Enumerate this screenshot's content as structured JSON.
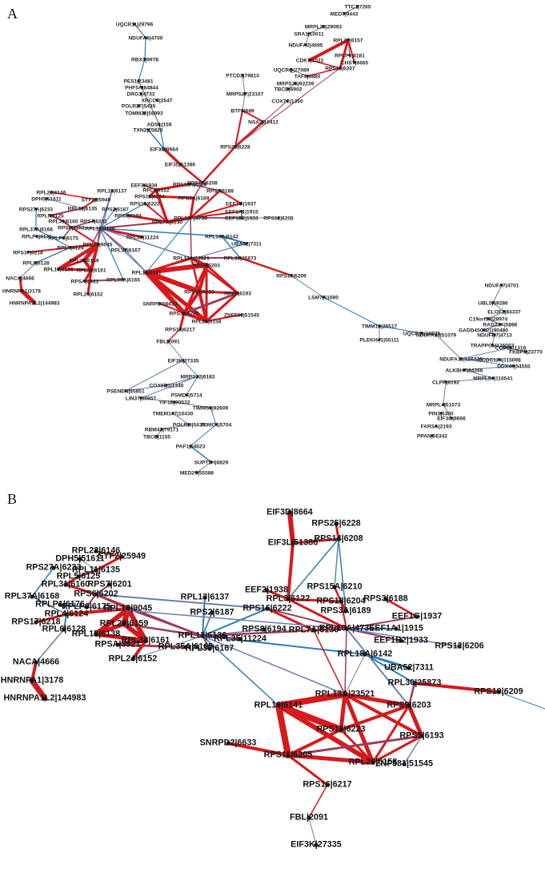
{
  "panels": [
    {
      "letter": "A",
      "edge_colors": {
        "strong": "#d7191c",
        "medium": "#9e3b5b",
        "weak": "#6a7fb0",
        "blue": "#2c7bb6"
      },
      "nodes": [
        {
          "label": "TTC1|7265"
        },
        {
          "label": "MED7|9443"
        },
        {
          "label": "MRPL28|29093"
        },
        {
          "label": "SRA1|10011"
        },
        {
          "label": "NDUFA2|4695"
        },
        {
          "label": "RPL27|6157"
        },
        {
          "label": "RPLP1|6181"
        },
        {
          "label": "CDK7|1022"
        },
        {
          "label": "RPS15|6207"
        },
        {
          "label": "CHST|6665"
        },
        {
          "label": "UQCRQ|27089"
        },
        {
          "label": "TAF6|6880"
        },
        {
          "label": "MRPS35|92239"
        },
        {
          "label": "TBCB|6902"
        },
        {
          "label": "COX7C|1350"
        },
        {
          "label": "PTCD3|79810"
        },
        {
          "label": "MRPS27|23107"
        },
        {
          "label": "BTF3|689"
        },
        {
          "label": "NSA2|10412"
        },
        {
          "label": "RPS25|6228"
        },
        {
          "label": "UQCR11|29796"
        },
        {
          "label": "NDUFA6|4700"
        },
        {
          "label": "RBX1|9978"
        },
        {
          "label": "PES1|23481"
        },
        {
          "label": "PHF5A|84844"
        },
        {
          "label": "DRG1|4733"
        },
        {
          "label": "XRCC6|2547"
        },
        {
          "label": "POLR2F|5435"
        },
        {
          "label": "TOMM22|56993"
        },
        {
          "label": "ADSL|158"
        },
        {
          "label": "TXN2|25828"
        },
        {
          "label": "EIF3D|8664"
        },
        {
          "label": "EIF3L|51386"
        },
        {
          "label": "RPS14|6208"
        },
        {
          "label": "RPL22|6146"
        },
        {
          "label": "DPH5|51611"
        },
        {
          "label": "SYF2|25949"
        },
        {
          "label": "RPS27A|6233"
        },
        {
          "label": "RPL11|6135"
        },
        {
          "label": "RPL5|6125"
        },
        {
          "label": "RPL31|6160"
        },
        {
          "label": "RPS7|6201"
        },
        {
          "label": "RPL37A|6168"
        },
        {
          "label": "RPS6|6202"
        },
        {
          "label": "RPLP0|6175"
        },
        {
          "label": "RPLP1|6176"
        },
        {
          "label": "RPL4|6124"
        },
        {
          "label": "RPL19|9045"
        },
        {
          "label": "RPS17|6218"
        },
        {
          "label": "RPL6|6128"
        },
        {
          "label": "RPL29|6159"
        },
        {
          "label": "RPL15|6138"
        },
        {
          "label": "RPL32|6161"
        },
        {
          "label": "RPSA|3921"
        },
        {
          "label": "RPL35A|6165"
        },
        {
          "label": "NACA|4666"
        },
        {
          "label": "RPL24|6152"
        },
        {
          "label": "HNRNPA1|3178"
        },
        {
          "label": "HNRNPA1L2|144983"
        },
        {
          "label": "EEF2|1938"
        },
        {
          "label": "RPS15A|6210"
        },
        {
          "label": "RPL3|6122"
        },
        {
          "label": "RPL13|6137"
        },
        {
          "label": "RPS18|6204"
        },
        {
          "label": "RPS3A|6189"
        },
        {
          "label": "RPS3|6188"
        },
        {
          "label": "RPS16|6222"
        },
        {
          "label": "RPS2|6187"
        },
        {
          "label": "EEF1G|1937"
        },
        {
          "label": "RPS8|6194"
        },
        {
          "label": "RPL7A|6130"
        },
        {
          "label": "RPL10A|4736"
        },
        {
          "label": "EEF1A1|1915"
        },
        {
          "label": "EEF1B2|1933"
        },
        {
          "label": "RPS12|6206"
        },
        {
          "label": "RPL12|6136"
        },
        {
          "label": "RPL35|11224"
        },
        {
          "label": "RPL37|6167"
        },
        {
          "label": "RPL18A|6142"
        },
        {
          "label": "UBA52|7311"
        },
        {
          "label": "RPL13A|23521"
        },
        {
          "label": "RPL30|25873"
        },
        {
          "label": "RPL10|6141"
        },
        {
          "label": "RPS9|6203"
        },
        {
          "label": "RPS19|6209"
        },
        {
          "label": "RPS15|6223"
        },
        {
          "label": "RPS5|6193"
        },
        {
          "label": "SNRPD2|6633"
        },
        {
          "label": "RPS11|6205"
        },
        {
          "label": "RPL26|6158"
        },
        {
          "label": "ZNF581|51545"
        },
        {
          "label": "RPS16|6217"
        },
        {
          "label": "FBL|2091"
        },
        {
          "label": "EIF3K|27335"
        },
        {
          "label": "MRPS12|6183"
        },
        {
          "label": "COX6B1|1340"
        },
        {
          "label": "PSENEN|55851"
        },
        {
          "label": "PSMD6|5714"
        },
        {
          "label": "LIN37|55957"
        },
        {
          "label": "YIF1B|90522"
        },
        {
          "label": "TIMM50|92609"
        },
        {
          "label": "TMEM147|10430"
        },
        {
          "label": "POLR2I|5438"
        },
        {
          "label": "P3MC4|5704"
        },
        {
          "label": "RBM42|79171"
        },
        {
          "label": "TBCE|1155"
        },
        {
          "label": "PAF1|54623"
        },
        {
          "label": "SUPT5H|6829"
        },
        {
          "label": "MED29|55588"
        },
        {
          "label": "LSM7|51690"
        },
        {
          "label": "TIMM13|26517"
        },
        {
          "label": "PLEKHJ1|55111"
        },
        {
          "label": "UQCR11|10975"
        },
        {
          "label": "NDUFA13|51079"
        },
        {
          "label": "NDUFA7|4701"
        },
        {
          "label": "UBL5|59286"
        },
        {
          "label": "ELOF1|84337"
        },
        {
          "label": "C19orf53|28974"
        },
        {
          "label": "RAD23A|5886"
        },
        {
          "label": "GADD45GIP1|90480"
        },
        {
          "label": "NDUFB7|4713"
        },
        {
          "label": "TRAPPC5|126003"
        },
        {
          "label": "COPE|11316"
        },
        {
          "label": "FKBP8|23770"
        },
        {
          "label": "NDUFA11|126328"
        },
        {
          "label": "CCDC124|115098"
        },
        {
          "label": "DDX49|54555"
        },
        {
          "label": "ALKBH7|84266"
        },
        {
          "label": "MRPL54|116541"
        },
        {
          "label": "CLPP|8192"
        },
        {
          "label": "MRPL4|51073"
        },
        {
          "label": "PIN1|5300"
        },
        {
          "label": "EIF3G|8666"
        },
        {
          "label": "FARSA|2193"
        },
        {
          "label": "PPAN|56342"
        }
      ]
    },
    {
      "letter": "B",
      "nodes": [
        {
          "label": "EIF3D|8664"
        },
        {
          "label": "RPS25|6228"
        },
        {
          "label": "RPS14|6208"
        },
        {
          "label": "EIF3L|51386"
        },
        {
          "label": "RPL22|6146"
        },
        {
          "label": "DPH5|51611"
        },
        {
          "label": "SYF2|25949"
        },
        {
          "label": "RPS27A|6233"
        },
        {
          "label": "RPL11|6135"
        },
        {
          "label": "RPL5|6125"
        },
        {
          "label": "RPL31|6160"
        },
        {
          "label": "RPS7|6201"
        },
        {
          "label": "RPL37A|6168"
        },
        {
          "label": "RPS6|6202"
        },
        {
          "label": "RPLP1|6176"
        },
        {
          "label": "RPLP0|6175"
        },
        {
          "label": "RPL4|6124"
        },
        {
          "label": "RPL19|9045"
        },
        {
          "label": "RPS17|6218"
        },
        {
          "label": "RPL29|6159"
        },
        {
          "label": "RPL6|6128"
        },
        {
          "label": "RPL15|6138"
        },
        {
          "label": "RPL32|6161"
        },
        {
          "label": "RPSA|3921"
        },
        {
          "label": "RPL35A|6165"
        },
        {
          "label": "NACA|4666"
        },
        {
          "label": "RPL24|6152"
        },
        {
          "label": "HNRNPA1|3178"
        },
        {
          "label": "HNRNPA1L2|144983"
        },
        {
          "label": "EEF2|1938"
        },
        {
          "label": "RPS15A|6210"
        },
        {
          "label": "RPL3|6122"
        },
        {
          "label": "RPS3|6188"
        },
        {
          "label": "RPL13|6137"
        },
        {
          "label": "RPS18|6204"
        },
        {
          "label": "RPS3A|6189"
        },
        {
          "label": "RPS16|6222"
        },
        {
          "label": "EEF1G|1937"
        },
        {
          "label": "RPS2|6187"
        },
        {
          "label": "EEF1A1|1915"
        },
        {
          "label": "RPL10A|4736"
        },
        {
          "label": "EEF1B2|1933"
        },
        {
          "label": "RPS12|6206"
        },
        {
          "label": "RPS8|6194"
        },
        {
          "label": "RPL7A|6130"
        },
        {
          "label": "RPL12|6136"
        },
        {
          "label": "RPL35|11224"
        },
        {
          "label": "RPL37|6167"
        },
        {
          "label": "RPL18A|6142"
        },
        {
          "label": "UBA52|7311"
        },
        {
          "label": "RPL13A|23521"
        },
        {
          "label": "RPS9|6203"
        },
        {
          "label": "RPL30|25873"
        },
        {
          "label": "RPS19|6209"
        },
        {
          "label": "RPL10|6141"
        },
        {
          "label": "RPS15|6223"
        },
        {
          "label": "RPS5|6193"
        },
        {
          "label": "SNRPD2|6633"
        },
        {
          "label": "RPS11|6205"
        },
        {
          "label": "RPL26|6158"
        },
        {
          "label": "ZNF581|51545"
        },
        {
          "label": "RPS16|6217"
        },
        {
          "label": "FBL|2091"
        },
        {
          "label": "EIF3K|27335"
        }
      ]
    }
  ]
}
